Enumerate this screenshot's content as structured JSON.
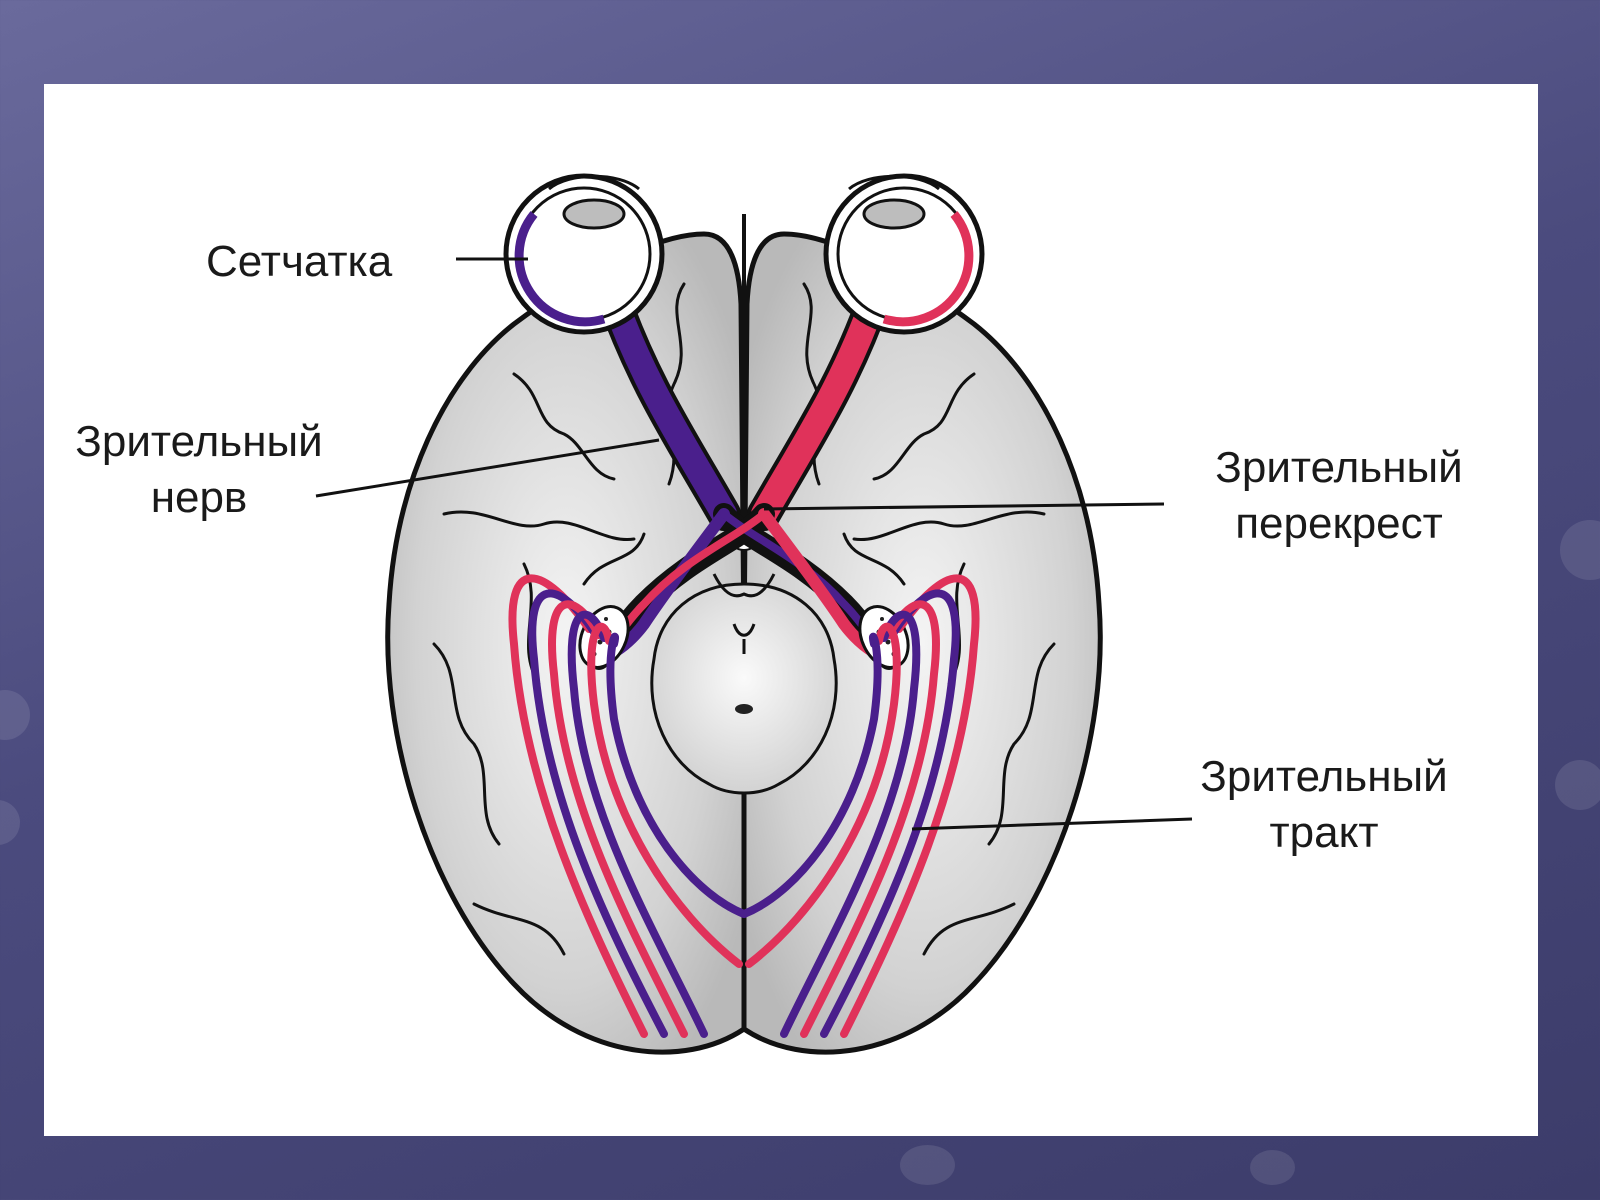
{
  "labels": {
    "retina": "Сетчатка",
    "optic_nerve_line1": "Зрительный",
    "optic_nerve_line2": "нерв",
    "chiasm_line1": "Зрительный",
    "chiasm_line2": "перекрест",
    "tract_line1": "Зрительный",
    "tract_line2": "тракт"
  },
  "colors": {
    "left_eye_fibers": "#4a1f8c",
    "right_eye_fibers": "#e0325a",
    "brain_fill": "#d4d4d4",
    "outline": "#111111",
    "slide_background": "#55558a"
  }
}
